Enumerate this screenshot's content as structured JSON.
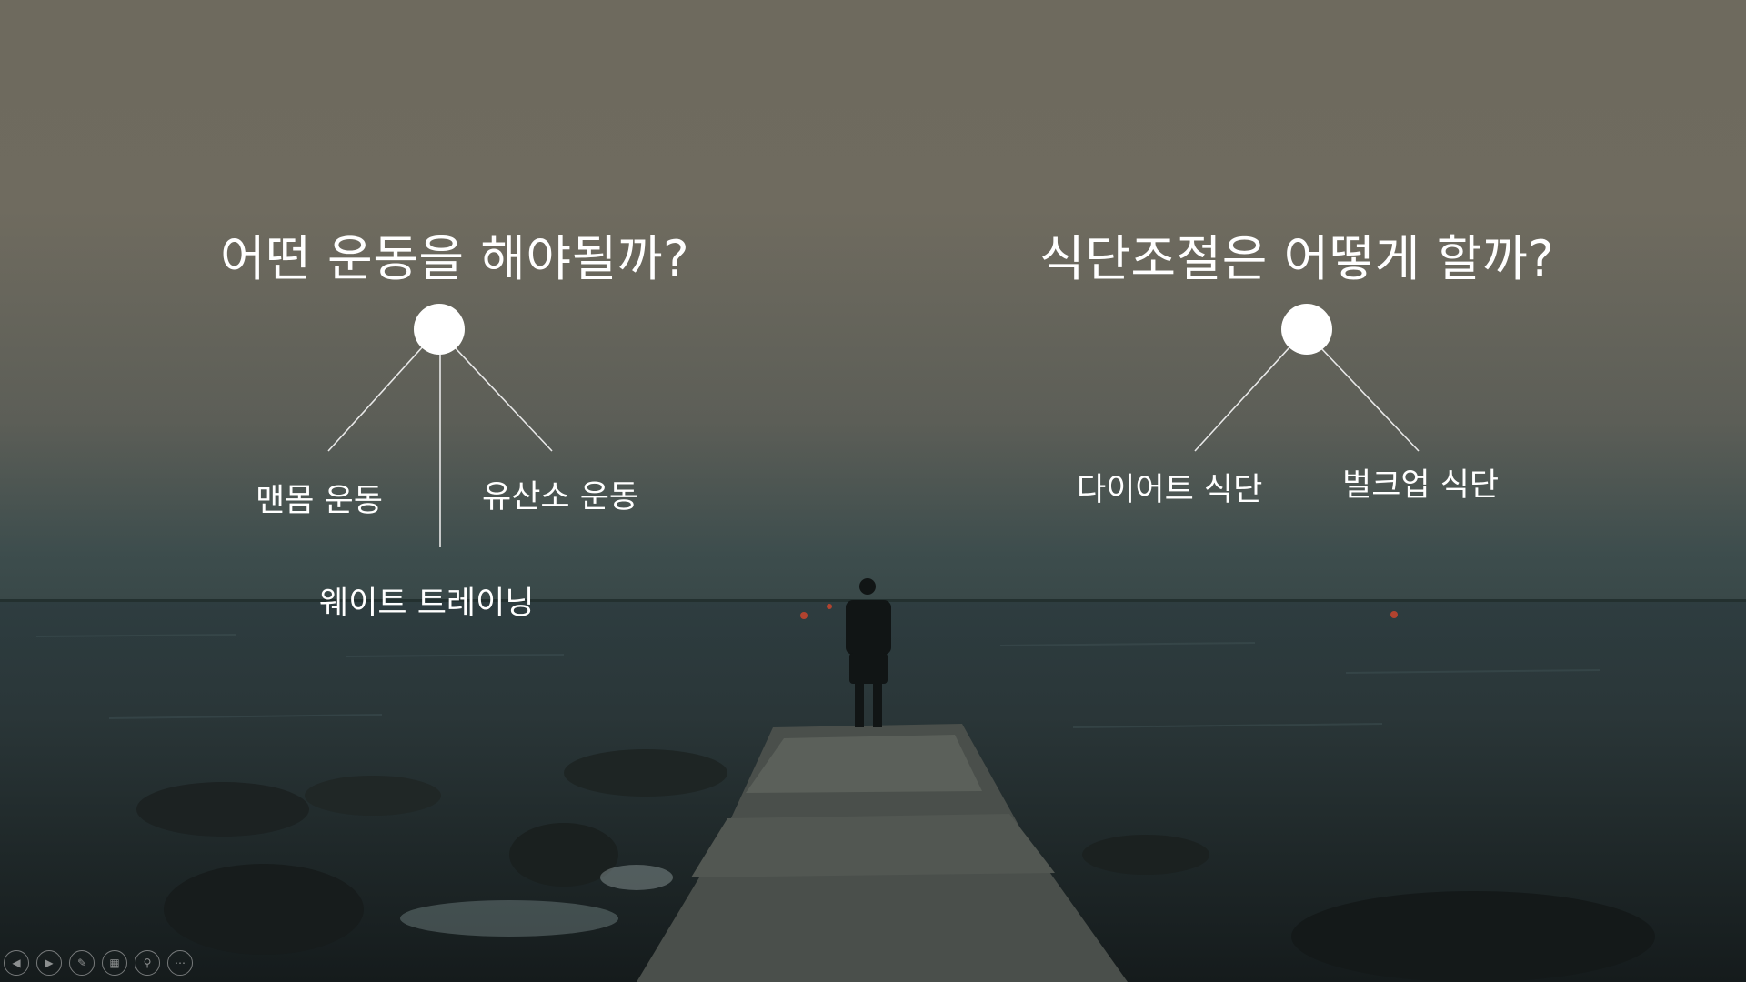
{
  "slide": {
    "left_group": {
      "question": "어떤 운동을 해야될까?",
      "options": [
        "맨몸 운동",
        "유산소 운동",
        "웨이트 트레이닝"
      ]
    },
    "right_group": {
      "question": "식단조절은 어떻게 할까?",
      "options": [
        "다이어트 식단",
        "벌크업 식단"
      ]
    }
  },
  "colors": {
    "text": "#ffffff",
    "sky": "#6e6a5e",
    "sea": "#2a3638"
  },
  "toolbar": {
    "buttons": [
      {
        "name": "previous-slide-button",
        "icon": "arrow-left-icon"
      },
      {
        "name": "next-slide-button",
        "icon": "arrow-right-icon"
      },
      {
        "name": "pen-button",
        "icon": "pen-icon"
      },
      {
        "name": "all-slides-button",
        "icon": "grid-icon"
      },
      {
        "name": "zoom-button",
        "icon": "magnifier-icon"
      },
      {
        "name": "more-options-button",
        "icon": "ellipsis-icon"
      }
    ]
  }
}
